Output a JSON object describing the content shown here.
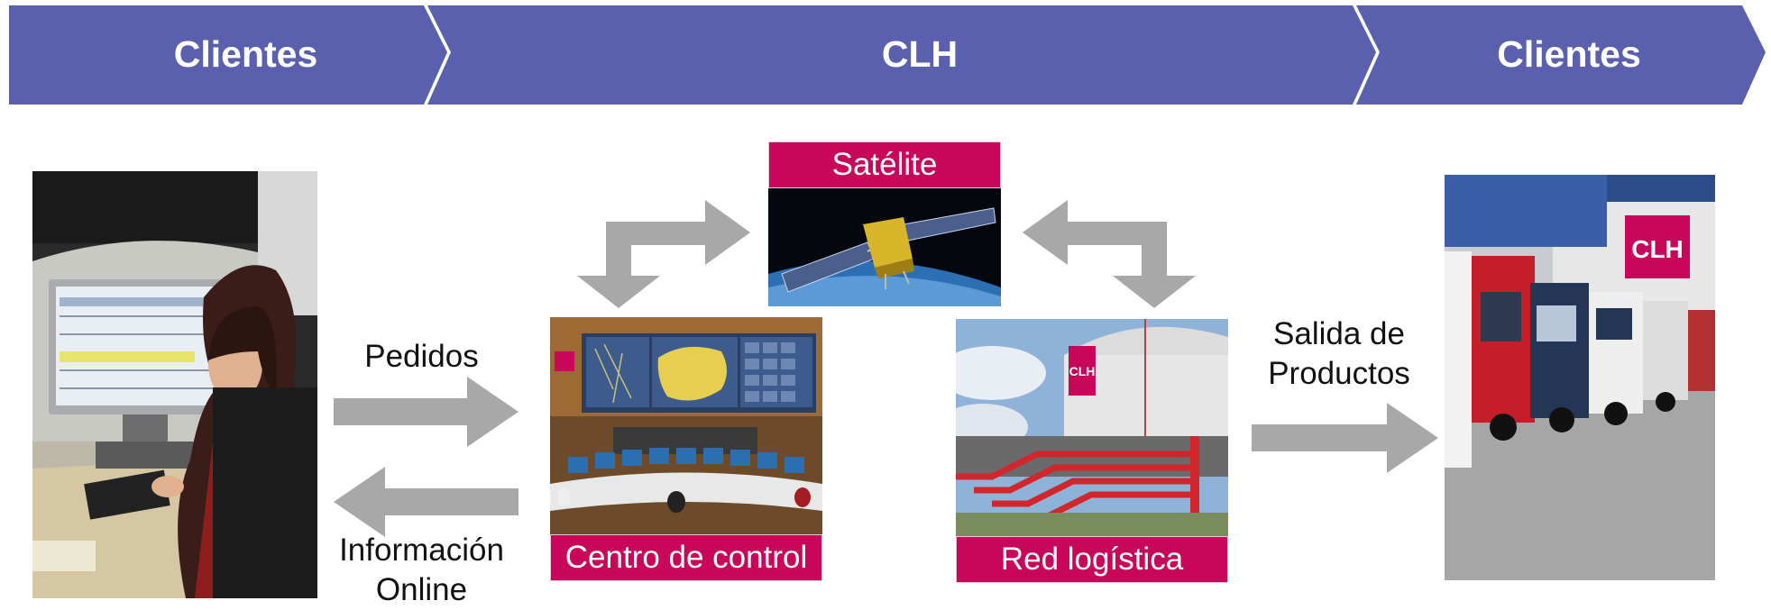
{
  "header": {
    "left_label": "Clientes",
    "center_label": "CLH",
    "right_label": "Clientes",
    "color": "#5a60ad"
  },
  "nodes": {
    "satellite": {
      "caption": "Satélite"
    },
    "control_center": {
      "caption": "Centro de control"
    },
    "logistics": {
      "caption": "Red logística",
      "tank_logo": "CLH"
    },
    "trucks": {
      "logo": "CLH"
    }
  },
  "flows": {
    "orders": "Pedidos",
    "online_info_line1": "Información",
    "online_info_line2": "Online",
    "products_line1": "Salida de",
    "products_line2": "Productos"
  },
  "colors": {
    "caption_bg": "#c8065a",
    "arrow": "#a8a8a8"
  }
}
